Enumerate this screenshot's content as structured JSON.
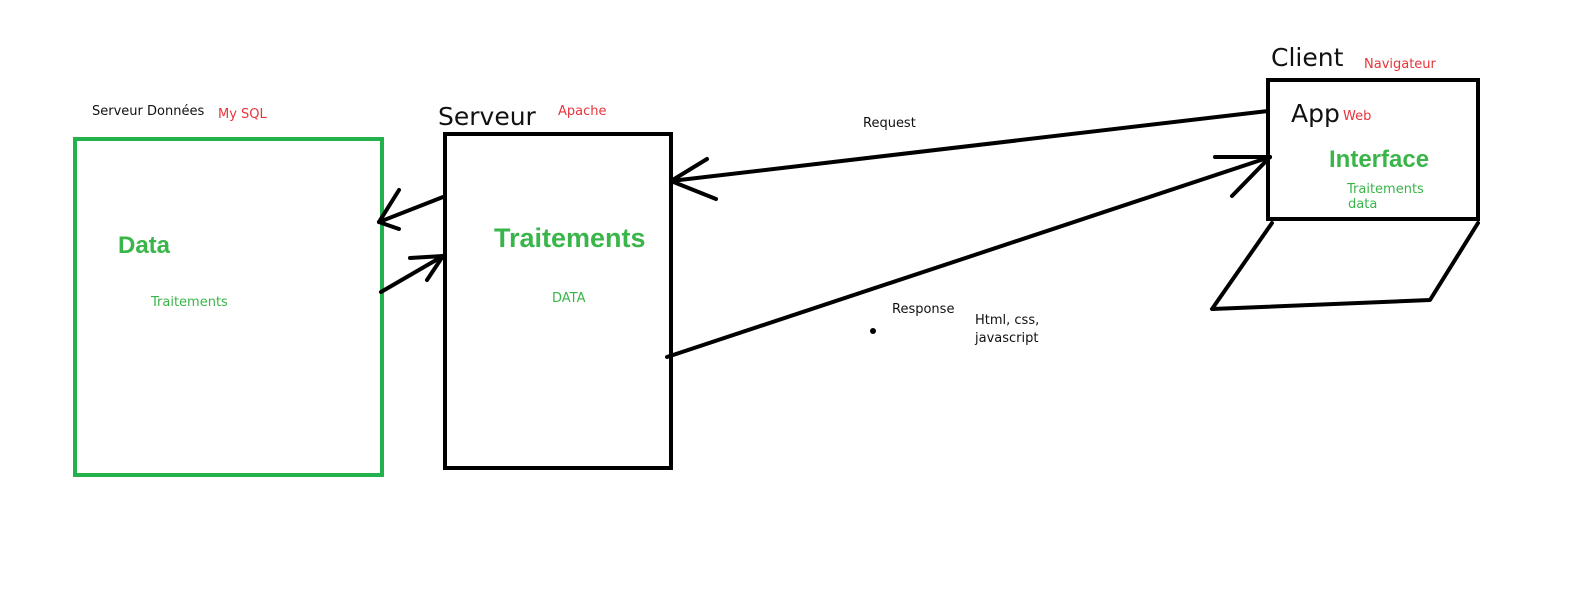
{
  "colors": {
    "ink": "#000000",
    "green": "#22b14c",
    "green_text": "#3ab54a",
    "red": "#e8343a"
  },
  "db": {
    "title": "Serveur Données",
    "software": "My SQL",
    "main": "Data",
    "sub": "Traitements"
  },
  "server": {
    "title": "Serveur",
    "software": "Apache",
    "main": "Traitements",
    "sub": "DATA"
  },
  "client": {
    "title": "Client",
    "software": "Navigateur",
    "app": "App",
    "app_suffix": "Web",
    "main": "Interface",
    "sub_line1": "Traitements",
    "sub_line2": "data"
  },
  "arrows": {
    "request": "Request",
    "response": "Response",
    "response_content_line1": "Html, css,",
    "response_content_line2": "javascript"
  }
}
